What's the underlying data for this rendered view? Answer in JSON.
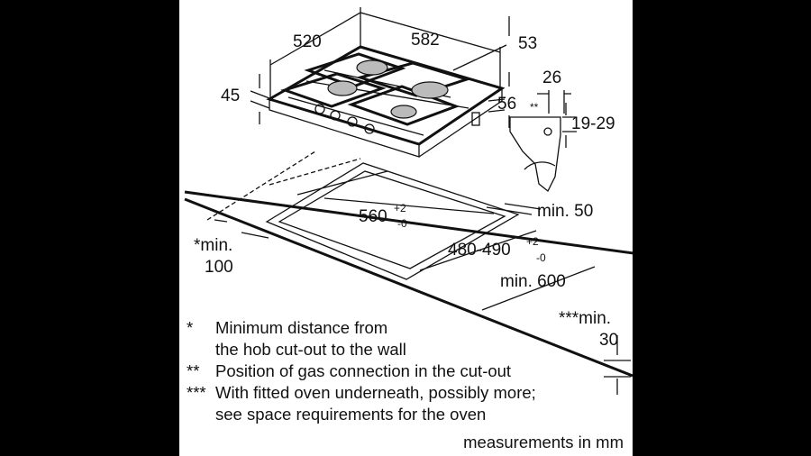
{
  "dimensions": {
    "width_top": "582",
    "depth_left": "520",
    "depth_right": "53",
    "height_left": "45",
    "height_right": "56",
    "gas_offset_x": "26",
    "gas_offset_y": "19-29",
    "gas_connection_mark": "**",
    "cutout_width": "560",
    "cutout_width_tol_plus": "+2",
    "cutout_width_tol_minus": "-0",
    "cutout_depth": "480-490",
    "cutout_depth_tol_plus": "+2",
    "cutout_depth_tol_minus": "-0",
    "back_edge": "min. 50",
    "wall_distance_line1": "*min.",
    "wall_distance_line2": "100",
    "worktop_depth": "min. 600",
    "oven_gap_line1": "***min.",
    "oven_gap_line2": "30"
  },
  "notes": [
    {
      "mark": "*",
      "text": "Minimum distance from"
    },
    {
      "mark": "",
      "text": "the hob cut-out to the wall"
    },
    {
      "mark": "**",
      "text": "Position of gas connection in the cut-out"
    },
    {
      "mark": "***",
      "text": "With fitted oven underneath, possibly more;"
    },
    {
      "mark": "",
      "text": "see space requirements for the oven"
    }
  ],
  "units": "measurements in mm"
}
